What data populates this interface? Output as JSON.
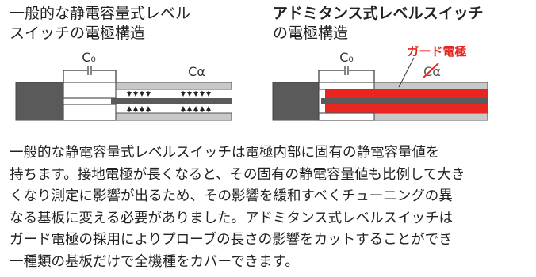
{
  "left_panel": {
    "title_line1": "一般的な静電容量式レベル",
    "title_line2": "スイッチの電極構造",
    "label_c0": "C₀",
    "label_ca": "Cα"
  },
  "right_panel": {
    "title_line1": "アドミタンス式レベルスイッチ",
    "title_line2": "の電極構造",
    "label_c0": "C₀",
    "label_ca": "Cα",
    "guard_label": "ガード電極"
  },
  "colors": {
    "guard": "#e8261f",
    "probe_dark": "#5a5a5a",
    "insulator": "#c8c8c8"
  },
  "description": {
    "lines": [
      "一般的な静電容量式レベルスイッチは電極内部に固有の静電容量値を",
      "持ちます。接地電極が長くなると、その固有の静電容量値も比例して大き",
      "くなり測定に影響が出るため、その影響を緩和すべくチューニングの異",
      "なる基板に変える必要がありました。アドミタンス式レベルスイッチは",
      "ガード電極の採用によりプローブの長さの影響をカットすることができ",
      "一種類の基板だけで全機種をカバーできます。"
    ]
  }
}
